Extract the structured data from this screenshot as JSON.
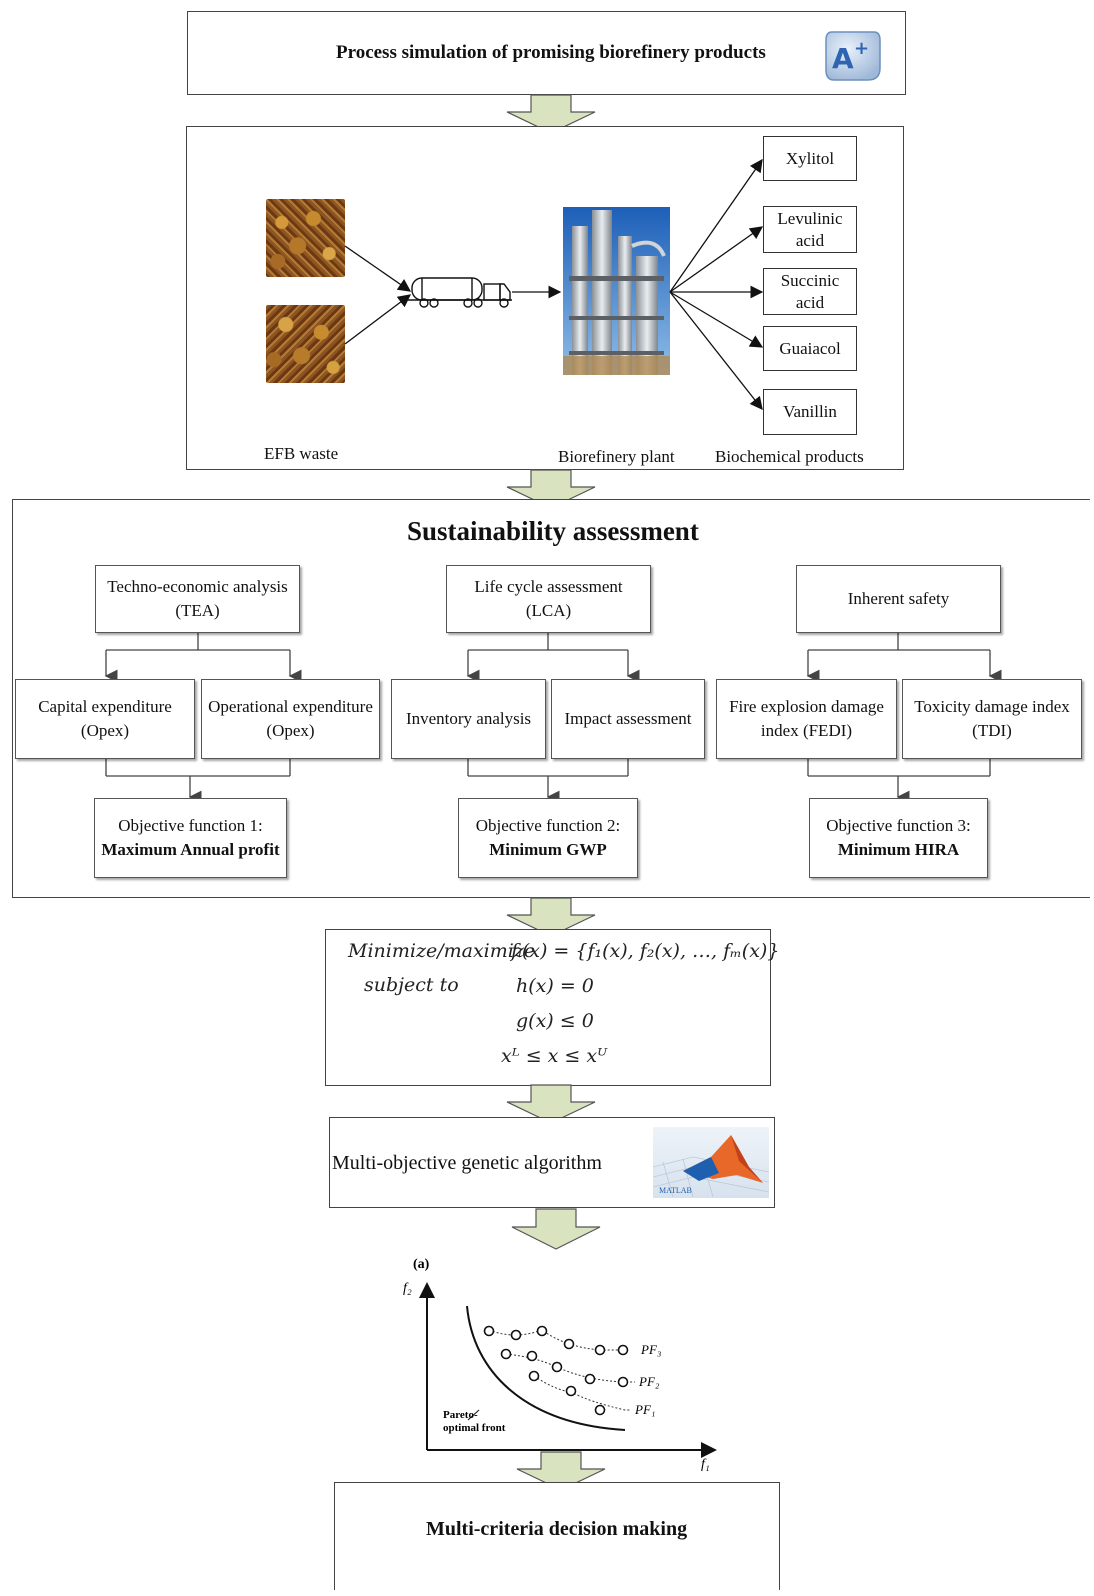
{
  "top": {
    "title": "Process simulation of promising biorefinery products",
    "logo_text": "A+"
  },
  "process": {
    "feed_label": "EFB waste",
    "plant_label": "Biorefinery plant",
    "products_label": "Biochemical products",
    "products": [
      "Xylitol",
      "Levulinic\nacid",
      "Succinic\nacid",
      "Guaiacol",
      "Vanillin"
    ]
  },
  "sustainability": {
    "title": "Sustainability assessment",
    "columns": [
      {
        "head": "Techno-economic analysis\n(TEA)",
        "subs": [
          "Capital expenditure\n(Opex)",
          "Operational expenditure\n(Opex)"
        ],
        "objective_line1": "Objective function 1:",
        "objective_line2": "Maximum Annual profit"
      },
      {
        "head": "Life cycle assessment\n(LCA)",
        "subs": [
          "Inventory analysis",
          "Impact assessment"
        ],
        "objective_line1": "Objective function 2:",
        "objective_line2": "Minimum GWP"
      },
      {
        "head": "Inherent safety",
        "subs": [
          "Fire explosion damage\nindex (FEDI)",
          "Toxicity damage index\n(TDI)"
        ],
        "objective_line1": "Objective function 3:",
        "objective_line2": "Minimum HIRA"
      }
    ]
  },
  "optimization": {
    "line1_left": "Minimize/maximize",
    "line1_right": "fᵢ(x)  =  {f₁(x), f₂(x), …, fₘ(x)}",
    "line2_left": "subject to",
    "line2_right": "h(x) = 0",
    "line3": "g(x) ≤ 0",
    "line4": "xᴸ ≤ x ≤ xᵁ"
  },
  "moga": {
    "label": "Multi-objective genetic algorithm",
    "logo_text": "MATLAB"
  },
  "pareto": {
    "panel_label": "(a)",
    "y_axis": "f₂",
    "x_axis": "f₁",
    "curve_label_line1": "Pareto-",
    "curve_label_line2": "optimal front",
    "front_labels": [
      "PF₃",
      "PF₂",
      "PF₁"
    ]
  },
  "final": {
    "label": "Multi-criteria decision making"
  },
  "colors": {
    "arrow_fill": "#d9e3bf",
    "arrow_stroke": "#555555",
    "matlab_orange": "#e8682a",
    "matlab_blue": "#1f5fb0"
  }
}
